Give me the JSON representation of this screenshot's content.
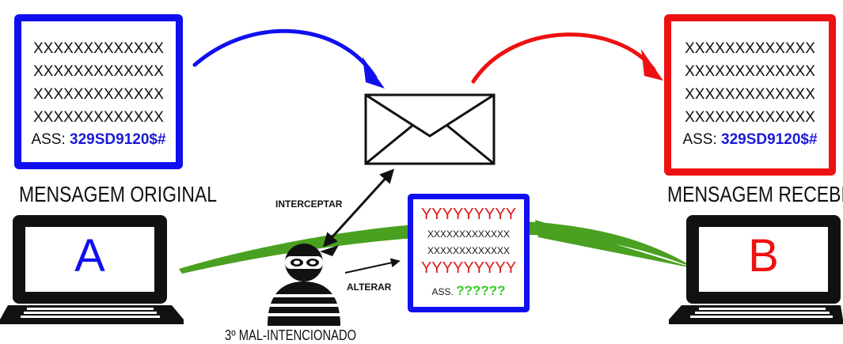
{
  "original_message": {
    "lines": [
      "XXXXXXXXXXXXX",
      "XXXXXXXXXXXXX",
      "XXXXXXXXXXXXX",
      "XXXXXXXXXXXXX"
    ],
    "signature_label": "ASS:",
    "signature_value": "329SD9120$#",
    "caption": "MENSAGEM ORIGINAL"
  },
  "received_message": {
    "lines": [
      "XXXXXXXXXXXXX",
      "XXXXXXXXXXXXX",
      "XXXXXXXXXXXXX",
      "XXXXXXXXXXXXX"
    ],
    "signature_label": "ASS:",
    "signature_value": "329SD9120$#",
    "caption": "MENSAGEM RECEBIDA"
  },
  "altered_message": {
    "line1": "YYYYYYYYY",
    "line2": "XXXXXXXXXXXXX",
    "line3": "XXXXXXXXXXXXX",
    "line4": "YYYYYYYYY",
    "signature_label": "ASS.",
    "signature_value": "??????"
  },
  "computer_a": {
    "label": "A"
  },
  "computer_b": {
    "label": "B"
  },
  "attacker": {
    "caption": "3º MAL-INTENCIONADO",
    "intercept_label": "INTERCEPTAR",
    "alter_label": "ALTERAR"
  },
  "colors": {
    "blue": "#1010ee",
    "red": "#ee1111",
    "green": "#4aa020",
    "signature_blue": "#1a1ad8",
    "question_green": "#33cc22",
    "altered_red": "#dd1a1a"
  }
}
